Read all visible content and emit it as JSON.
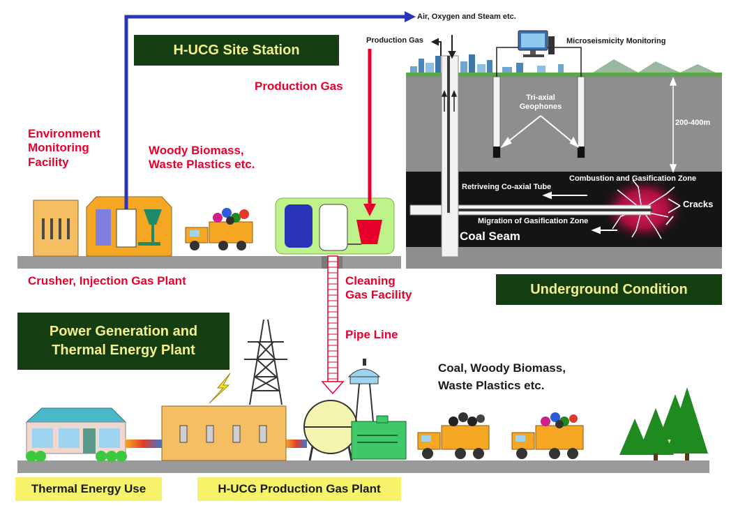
{
  "title_boxes": {
    "site_station": "H-UCG Site Station",
    "underground": "Underground Condition",
    "power_plant": "Power Generation and\nThermal Energy Plant",
    "thermal_use": "Thermal Energy Use",
    "production_plant": "H-UCG Production Gas Plant"
  },
  "labels": {
    "air_oxygen": "Air, Oxygen and Steam etc.",
    "production_gas_top": "Production Gas",
    "microseismicity": "Microseismicity Monitoring",
    "production_gas_red": "Production Gas",
    "env_monitoring": "Environment\nMonitoring\nFacility",
    "woody_biomass": "Woody Biomass,\nWaste Plastics etc.",
    "crusher": "Crusher, Injection Gas Plant",
    "cleaning": "Cleaning\nGas Facility",
    "pipe_line": "Pipe Line",
    "coal_biomass": "Coal, Woody Biomass,\nWaste Plastics etc.",
    "geophones": "Tri-axial\nGeophones",
    "depth": "200-400m",
    "combustion_zone": "Combustion and Gasification Zone",
    "retrieving_tube": "Retriveing Co-axial Tube",
    "cracks": "Cracks",
    "migration": "Migration of Gasification Zone",
    "coal_seam": "Coal Seam"
  },
  "colors": {
    "injection_line": "#2a35b8",
    "production_line": "#e8002d",
    "title_box_bg": "#143d12",
    "title_box_text": "#f4f08c",
    "label_box_bg": "#f6f26a",
    "ground": "#9a9a9a",
    "coal_seam": "#141414",
    "truck": "#f5a623",
    "tree": "#1f8a1f"
  },
  "icons": [
    "computer-monitor-icon",
    "transmission-tower-icon",
    "lightning-icon",
    "gas-holder-icon",
    "tree-icon",
    "truck-icon"
  ]
}
